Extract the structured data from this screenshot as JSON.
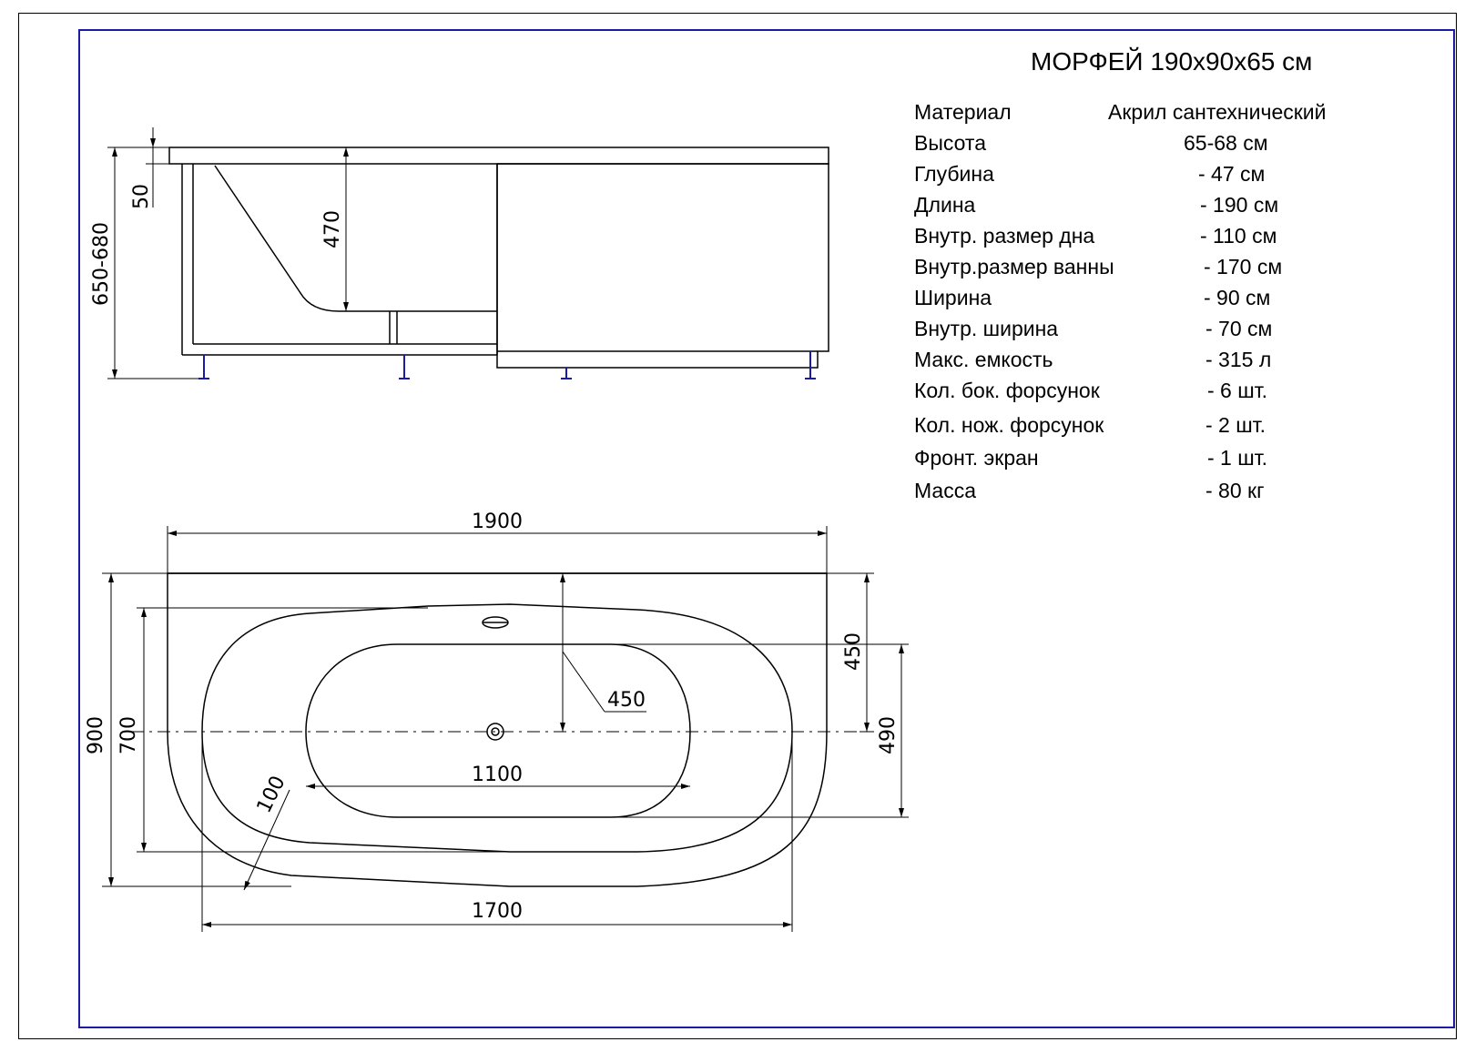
{
  "title": "МОРФЕЙ 190х90х65 см",
  "specs": [
    {
      "label": "Материал",
      "value": "Акрил сантехнический"
    },
    {
      "label": "Высота",
      "value": "65-68 см"
    },
    {
      "label": "Глубина",
      "value": "- 47 см"
    },
    {
      "label": "Длина",
      "value": "- 190 см"
    },
    {
      "label": "Внутр. размер дна",
      "value": "- 110 см"
    },
    {
      "label": "Внутр.размер ванны",
      "value": "- 170 см"
    },
    {
      "label": "Ширина",
      "value": "- 90 см"
    },
    {
      "label": "Внутр. ширина",
      "value": "- 70 см"
    },
    {
      "label": "Макс. емкость",
      "value": "- 315 л"
    },
    {
      "label": "Кол. бок. форсунок",
      "value": "- 6 шт."
    },
    {
      "label": "Кол. нож. форсунок",
      "value": "- 2 шт."
    },
    {
      "label": "Фронт. экран",
      "value": "- 1 шт."
    },
    {
      "label": "Масса",
      "value": "- 80 кг"
    }
  ],
  "dimensions": {
    "side_total_height": "650-680",
    "rim": "50",
    "depth": "470",
    "length": "1900",
    "inner_length": "1700",
    "bottom_length": "1100",
    "width": "900",
    "inner_width": "700",
    "drain_offset": "450",
    "front_offset": "450",
    "bottom_width": "490",
    "rim_width": "100"
  },
  "colors": {
    "frame": "#1a1aa6",
    "lines": "#000000"
  }
}
